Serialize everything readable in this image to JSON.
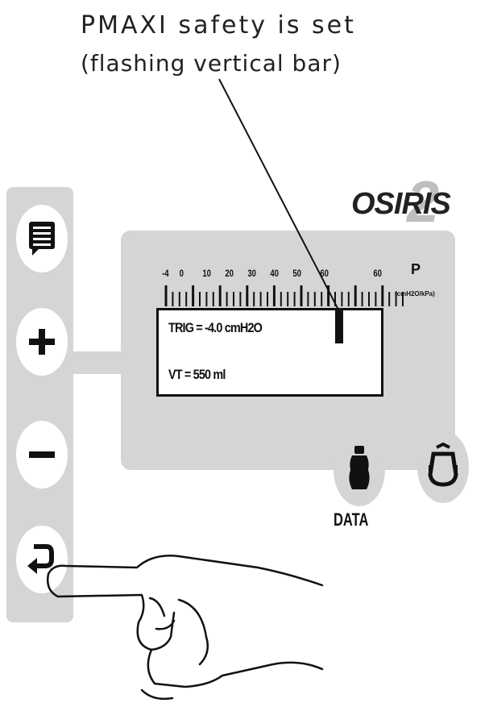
{
  "caption": {
    "line1": "PMAXI  safety  is  set",
    "line2": "(flashing vertical bar)"
  },
  "logo": {
    "text": "OSIRIS",
    "badge": "2"
  },
  "scale": {
    "labels": [
      "-4",
      "0",
      "10",
      "20",
      "30",
      "40",
      "50",
      "60",
      "60"
    ],
    "unit_symbol": "P",
    "unit_text": "(cmH2O/kPa)"
  },
  "lcd": {
    "line1": "TRIG = -4.0 cmH2O",
    "line2": "VT = 550 ml"
  },
  "buttons": {
    "menu_icon": "menu-list-icon",
    "plus_icon": "plus-icon",
    "minus_icon": "minus-icon",
    "enter_icon": "enter-return-icon"
  },
  "knobs": {
    "data_label": "DATA",
    "data_icon": "data-bottle-icon",
    "alarm_icon": "alarm-bell-icon"
  }
}
